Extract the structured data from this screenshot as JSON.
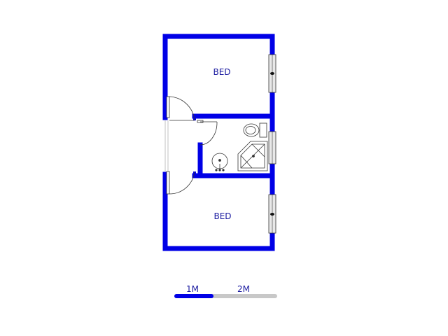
{
  "rooms": [
    {
      "label": "BED"
    },
    {
      "label": "BED"
    }
  ],
  "scale_bar": {
    "label_1": "1M",
    "label_2": "2M"
  },
  "colors": {
    "wall": "#0000e6",
    "fixture": "#333333",
    "window_fill": "#e8e8e8",
    "scale_active": "#0000e6",
    "scale_rest": "#c8c8c8",
    "text": "#1a1aa0"
  },
  "icons": [
    "toilet-icon",
    "shower-icon",
    "basin-icon",
    "window-icon",
    "door-swing-icon"
  ]
}
